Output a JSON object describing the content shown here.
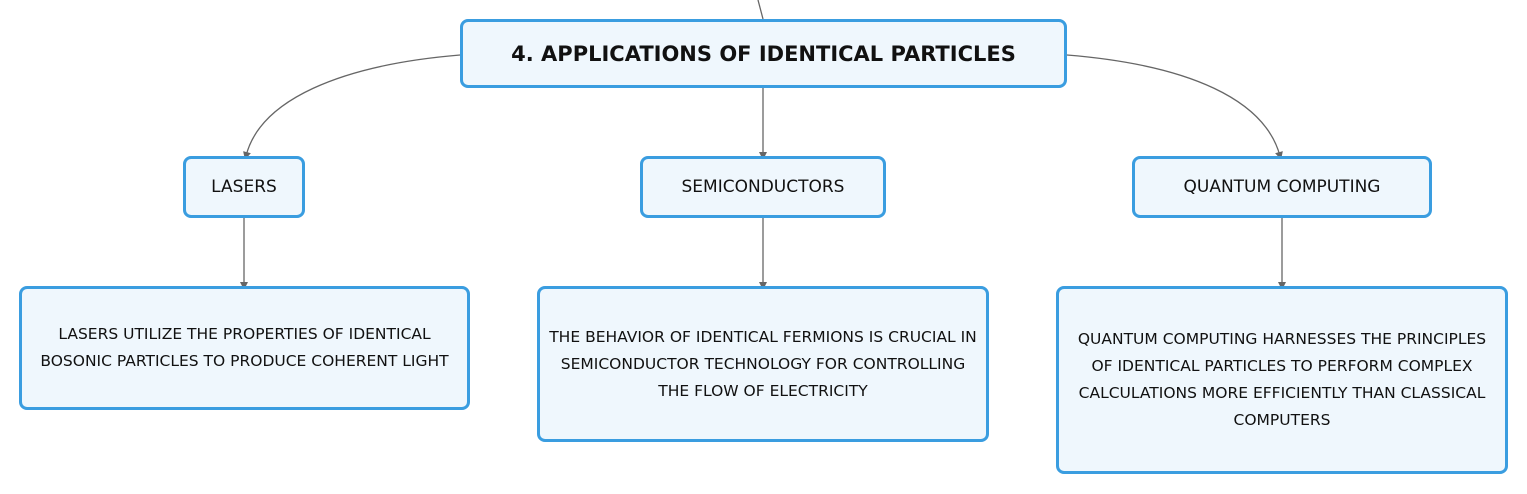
{
  "root": {
    "title": "4. APPLICATIONS OF IDENTICAL PARTICLES"
  },
  "topics": [
    {
      "label": "LASERS",
      "detail": "LASERS UTILIZE THE PROPERTIES OF IDENTICAL BOSONIC PARTICLES TO PRODUCE COHERENT LIGHT"
    },
    {
      "label": "SEMICONDUCTORS",
      "detail": "THE BEHAVIOR OF IDENTICAL FERMIONS IS CRUCIAL IN SEMICONDUCTOR TECHNOLOGY FOR CONTROLLING THE FLOW OF ELECTRICITY"
    },
    {
      "label": "QUANTUM COMPUTING",
      "detail": "QUANTUM COMPUTING HARNESSES THE PRINCIPLES OF IDENTICAL PARTICLES TO PERFORM COMPLEX CALCULATIONS MORE EFFICIENTLY THAN CLASSICAL COMPUTERS"
    }
  ],
  "colors": {
    "node_border": "#3a9de0",
    "node_fill": "#eff7fd",
    "connector": "#666666",
    "text": "#111111"
  }
}
